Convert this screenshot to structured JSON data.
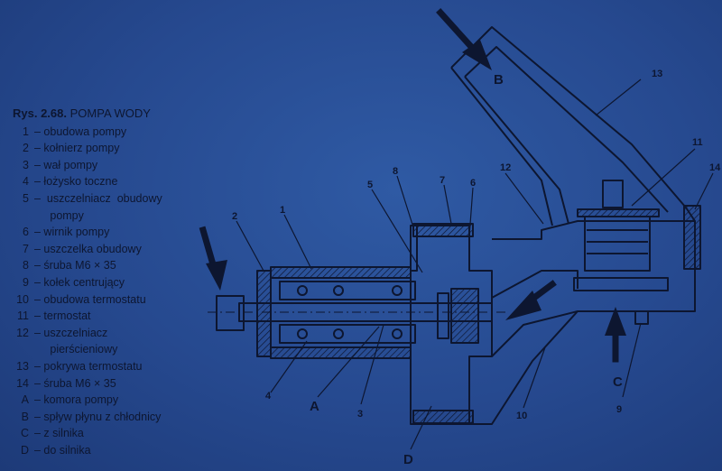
{
  "caption": {
    "prefix": "Rys. 2.68.",
    "title": "POMPA WODY"
  },
  "legend": [
    {
      "key": "1",
      "text": "– obudowa pompy"
    },
    {
      "key": "2",
      "text": "– kołnierz pompy"
    },
    {
      "key": "3",
      "text": "– wał pompy"
    },
    {
      "key": "4",
      "text": "– łożysko toczne"
    },
    {
      "key": "5",
      "text": "–  uszczelniacz  obudowy"
    },
    {
      "key": "",
      "text": "     pompy"
    },
    {
      "key": "6",
      "text": "– wirnik pompy"
    },
    {
      "key": "7",
      "text": "– uszczelka obudowy"
    },
    {
      "key": "8",
      "text": "– śruba M6 × 35"
    },
    {
      "key": "9",
      "text": "– kołek centrujący"
    },
    {
      "key": "10",
      "text": "– obudowa termostatu"
    },
    {
      "key": "11",
      "text": "– termostat"
    },
    {
      "key": "12",
      "text": "– uszczelniacz"
    },
    {
      "key": "",
      "text": "     pierścieniowy"
    },
    {
      "key": "13",
      "text": "– pokrywa termostatu"
    },
    {
      "key": "14",
      "text": "– śruba M6 × 35"
    },
    {
      "key": "A",
      "text": "– komora pompy"
    },
    {
      "key": "B",
      "text": "– spływ płynu z chłodnicy"
    },
    {
      "key": "C",
      "text": "– z silnika"
    },
    {
      "key": "D",
      "text": "– do silnika"
    }
  ],
  "callouts": {
    "n1": "1",
    "n2": "2",
    "n3": "3",
    "n4": "4",
    "n5": "5",
    "n6": "6",
    "n7": "7",
    "n8": "8",
    "n9": "9",
    "n10": "10",
    "n11": "11",
    "n12": "12",
    "n13": "13",
    "n14": "14",
    "A": "A",
    "B": "B",
    "C": "C",
    "D": "D"
  },
  "colors": {
    "background": "#2a4a8a",
    "ink": "#0d1630"
  }
}
